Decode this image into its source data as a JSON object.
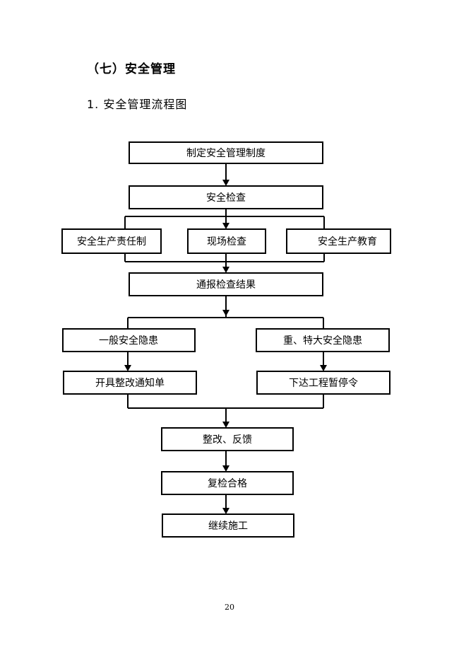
{
  "section": {
    "heading": "（七）安全管理",
    "subheading": "1.  安全管理流程图"
  },
  "flowchart": {
    "nodes": {
      "policy": "制定安全管理制度",
      "inspection": "安全检查",
      "responsibility": "安全生产责任制",
      "site_check": "现场检查",
      "education": "安全生产教育",
      "report": "通报检查结果",
      "general_hazard": "一般安全隐患",
      "major_hazard": "重、特大安全隐患",
      "rectify_notice": "开具整改通知单",
      "stop_order": "下达工程暂停令",
      "feedback": "整改、反馈",
      "recheck": "复检合格",
      "continue": "继续施工"
    }
  },
  "page": {
    "number": "20"
  }
}
